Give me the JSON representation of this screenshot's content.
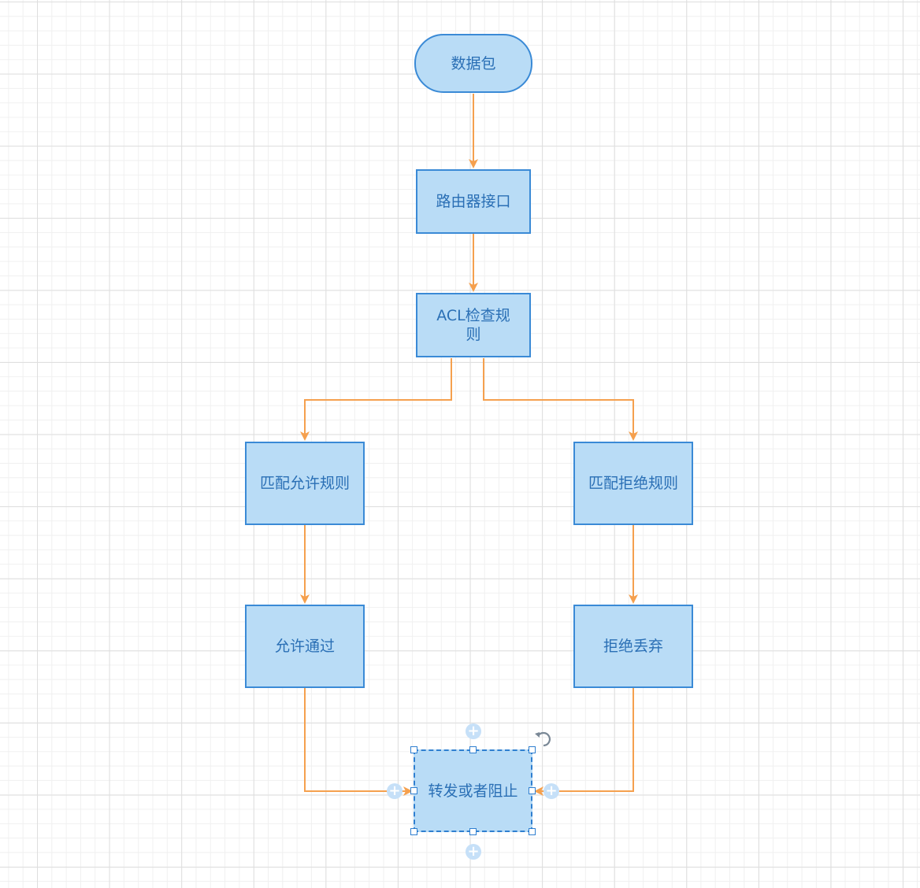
{
  "colors": {
    "node_fill": "#b9dcf6",
    "node_border": "#3a8ad6",
    "node_text": "#2a6fb5",
    "connector": "#f5a04e",
    "grid_major": "#dedede",
    "grid_minor": "#f0f0f0"
  },
  "nodes": {
    "packet": "数据包",
    "router_interface": "路由器接口",
    "acl_check": "ACL检查规则",
    "match_allow": "匹配允许规则",
    "match_deny": "匹配拒绝规则",
    "allow_pass": "允许通过",
    "deny_drop": "拒绝丢弃",
    "forward_or_block": "转发或者阻止"
  },
  "icons": {
    "connection_point": "plus-circle-icon",
    "rotate": "rotate-icon"
  }
}
